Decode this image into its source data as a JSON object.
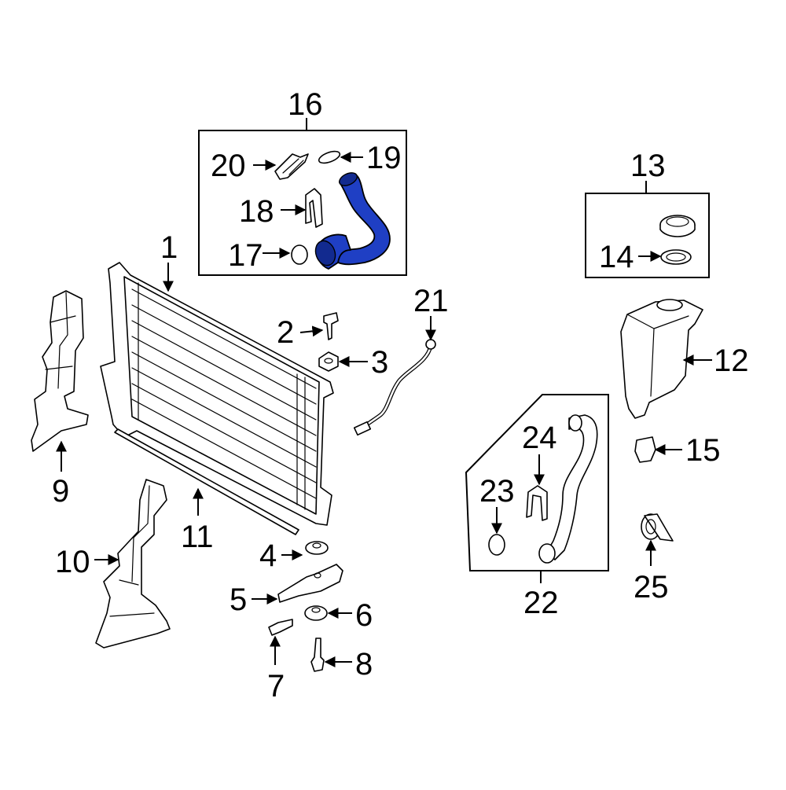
{
  "callouts": {
    "c1": "1",
    "c2": "2",
    "c3": "3",
    "c4": "4",
    "c5": "5",
    "c6": "6",
    "c7": "7",
    "c8": "8",
    "c9": "9",
    "c10": "10",
    "c11": "11",
    "c12": "12",
    "c13": "13",
    "c14": "14",
    "c15": "15",
    "c16": "16",
    "c17": "17",
    "c18": "18",
    "c19": "19",
    "c20": "20",
    "c21": "21",
    "c22": "22",
    "c23": "23",
    "c24": "24",
    "c25": "25"
  },
  "colors": {
    "highlight": "#1f3fc4",
    "line": "#000000",
    "background": "#ffffff"
  }
}
